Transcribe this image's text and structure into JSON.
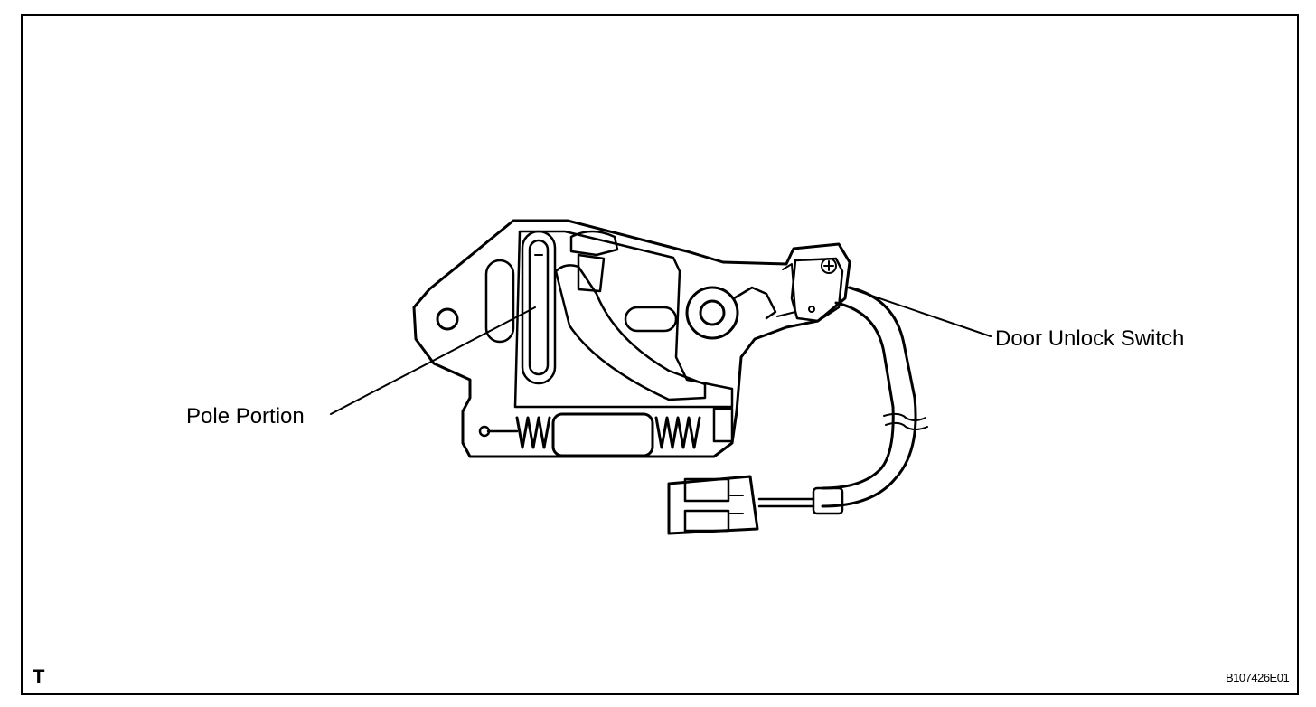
{
  "labels": {
    "pole_portion": "Pole Portion",
    "door_unlock_switch": "Door Unlock Switch"
  },
  "corner_mark": "T",
  "figure_id": "B107426E01"
}
